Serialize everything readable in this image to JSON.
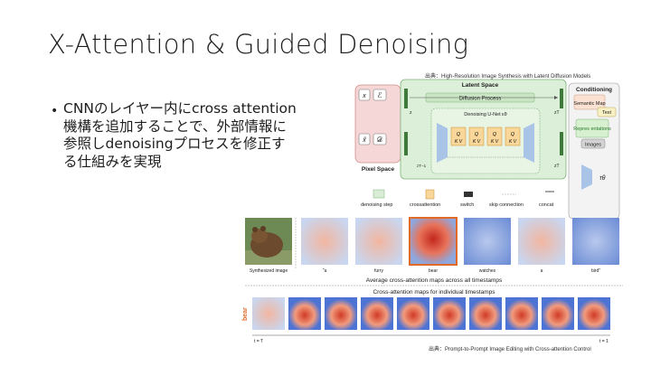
{
  "slide": {
    "title": "X-Attention & Guided Denoising",
    "bullet": "CNNのレイヤー内にcross attention機構を追加することで、外部情報に参照しdenoisingプロセスを修正する仕組みを実現",
    "source_top": "出典：High-Resolution Image Synthesis with Latent Diffusion Models",
    "source_bottom": "出典：Prompt-to-Prompt Image Editing with Cross-attention Control"
  },
  "ldm": {
    "latent_space": "Latent Space",
    "pixel_space": "Pixel Space",
    "conditioning": "Conditioning",
    "diffusion_process": "Diffusion Process",
    "denoising_unet": "Denoising U-Net εθ",
    "enc_x": "x",
    "enc_E": "ℰ",
    "dec_x": "x̃",
    "dec_D": "𝒟",
    "z_label": "z",
    "zT_label": "zT",
    "zT1_label": "zT−1",
    "semantic_map": "Semantic Map",
    "text": "Text",
    "representations": "Repres entations",
    "images": "Images",
    "tau": "τθ",
    "legend": [
      "denoising step",
      "crossattention",
      "switch",
      "skip connection",
      "concat"
    ],
    "qkv": [
      "Q",
      "K",
      "V"
    ]
  },
  "p2p": {
    "captions": [
      "Synthesized image",
      "\"a",
      "furry",
      "bear",
      "watches",
      "a",
      "bird\""
    ],
    "avg_label": "Average cross-attention maps across all timestamps",
    "ind_label": "Cross-attention maps for individual  timestamps",
    "row_label": "bear",
    "t_start": "t = T",
    "t_end": "t = 1"
  },
  "colors": {
    "accent": "#e06a26",
    "latent": "#dcefd8",
    "pixel": "#f6d7d7",
    "blue": "#3a63d0"
  }
}
